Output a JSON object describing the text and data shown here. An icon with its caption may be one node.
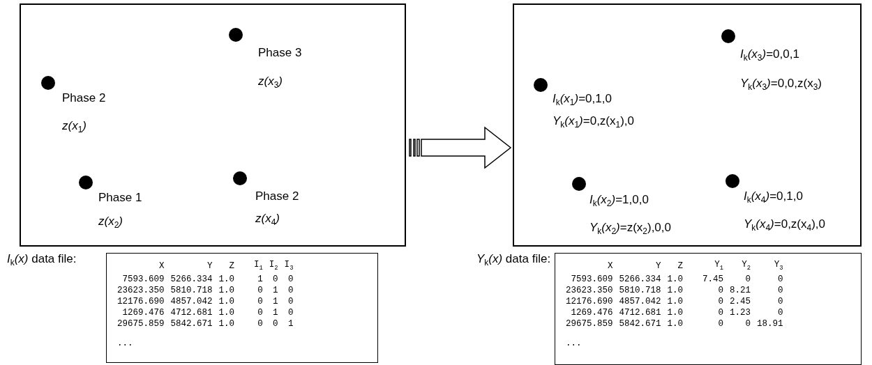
{
  "diagram": {
    "nodes": [
      {
        "text": [],
        "shape": "box"
      },
      {
        "text": [],
        "shape": "circle",
        "in": 0,
        "beside": [
          "Phase 2",
          "*z(x*$_{1}$*)*"
        ]
      },
      {
        "text": [],
        "shape": "circle",
        "in": 0,
        "beside": [
          "Phase 3",
          "*z(x*$_{3}$*)*"
        ]
      },
      {
        "text": [],
        "shape": "circle",
        "in": 0,
        "beside": [
          "Phase 1",
          "*z(x*$_{2}$*)*"
        ]
      },
      {
        "text": [],
        "shape": "circle",
        "in": 0,
        "beside": [
          "Phase 2",
          "*z(x*$_{4}$*)*"
        ]
      },
      {
        "text": [],
        "shape": "box"
      },
      {
        "text": [],
        "shape": "circle",
        "in": 5,
        "beside": [
          "*I*$_{k}$*(x*$_{1}$*)*=0,1,0",
          "*Y*$_{k}$*(x*$_{1}$*)*=0,z(x$_{1}$),0"
        ]
      },
      {
        "text": [],
        "shape": "circle",
        "in": 5,
        "beside": [
          "*I*$_{k}$*(x*$_{3}$*)*=0,0,1",
          "*Y*$_{k}$*(x*$_{3}$*)*=0,0,z(x$_{3}$)"
        ]
      },
      {
        "text": [],
        "shape": "circle",
        "in": 5,
        "beside": [
          "*I*$_{k}$*(x*$_{2}$*)*=1,0,0",
          "*Y*$_{k}$*(x*$_{2}$*)*=z(x$_{2}$),0,0"
        ]
      },
      {
        "text": [],
        "shape": "circle",
        "in": 5,
        "beside": [
          "*I*$_{k}$*(x*$_{4}$*)*=0,1,0",
          "*Y*$_{k}$*(x*$_{4}$*)*=0,z(x$_{4}$),0"
        ]
      },
      {
        "text": [
          "X",
          "Y",
          "Z",
          "I$_{1}$",
          "I$_{2}$",
          "I$_{3}$",
          "7593.609",
          "5266.334",
          "1.0",
          "1",
          "0",
          "0",
          "23623.350",
          "5810.718",
          "1.0",
          "0",
          "1",
          "0",
          "12176.690",
          "4857.042",
          "1.0",
          "0",
          "1",
          "0",
          "1269.476",
          "4712.681",
          "1.0",
          "0",
          "1",
          "0",
          "29675.859",
          "5842.671",
          "1.0",
          "0",
          "0",
          "1",
          "..."
        ],
        "beside": [
          "*I*$_{k}$*(x)* data file:"
        ]
      },
      {
        "text": [
          "X",
          "Y",
          "Z",
          "Y$_{1}$",
          "Y$_{2}$",
          "Y$_{3}$",
          "7593.609",
          "5266.334",
          "1.0",
          "7.45",
          "0",
          "0",
          "23623.350",
          "5810.718",
          "1.0",
          "0",
          "8.21",
          "0",
          "12176.690",
          "4857.042",
          "1.0",
          "0",
          "2.45",
          "0",
          "1269.476",
          "4712.681",
          "1.0",
          "0",
          "1.23",
          "0",
          "29675.859",
          "5842.671",
          "1.0",
          "0",
          "0",
          "18.91",
          "..."
        ],
        "beside": [
          "*Y*$_{k}$*(x)* data file:"
        ]
      }
    ],
    "edges": [
      {
        "from": 0,
        "to": 5,
        "arrow": "to"
      }
    ]
  }
}
